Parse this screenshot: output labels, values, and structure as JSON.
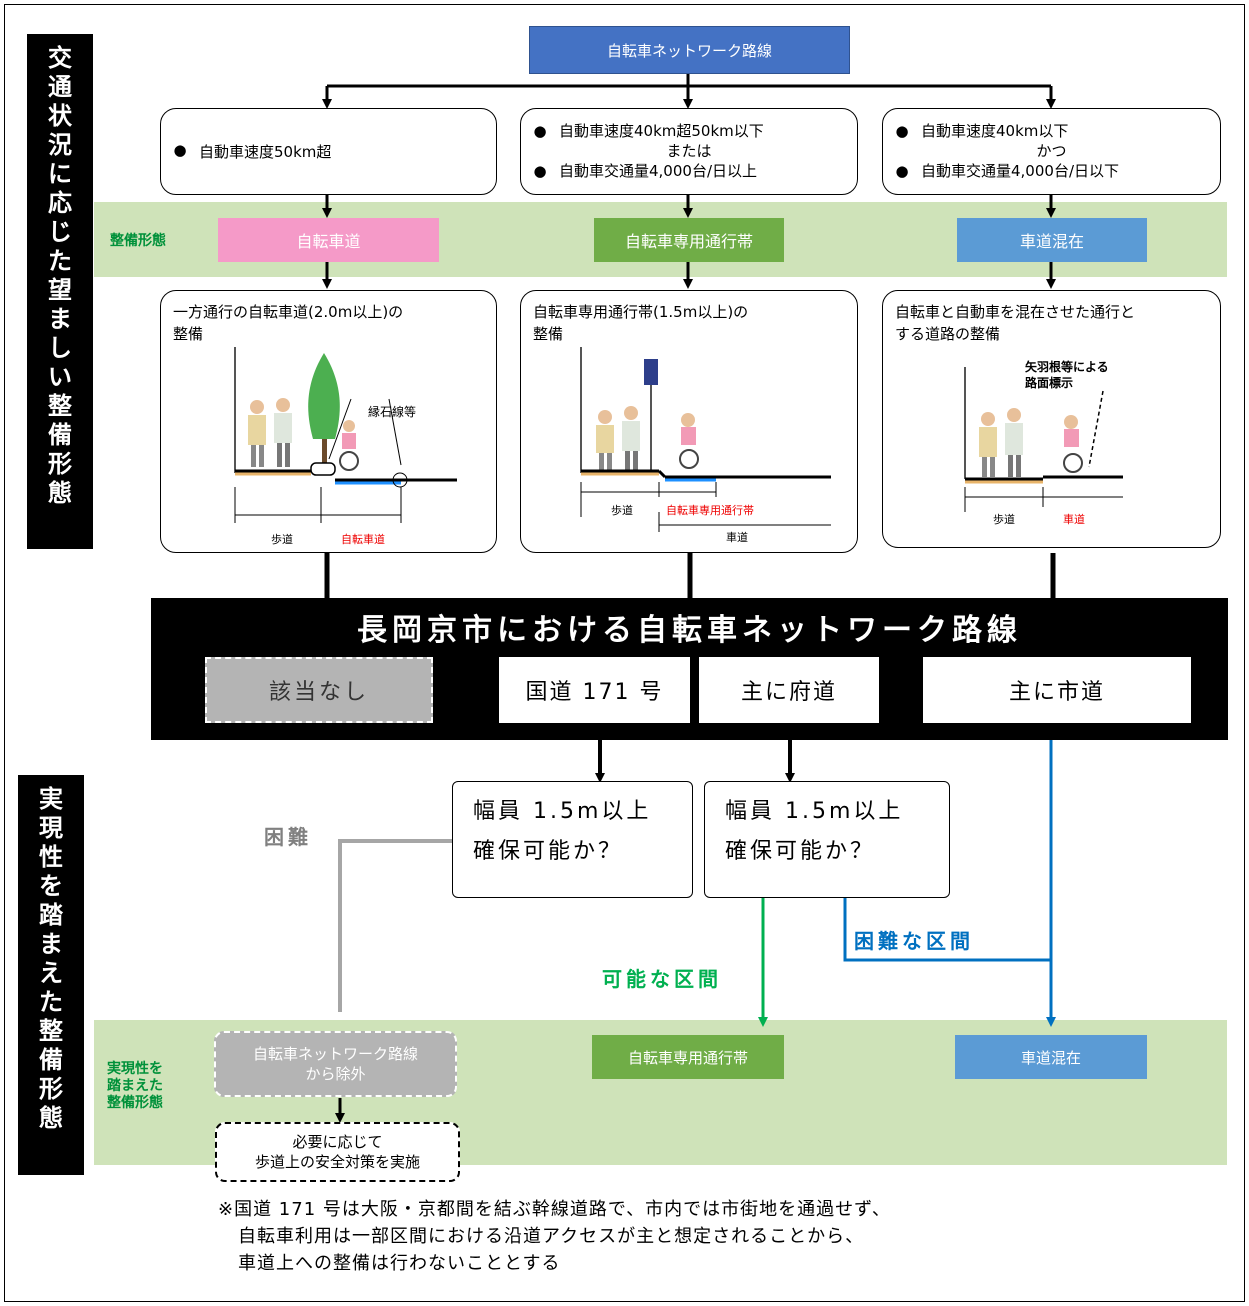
{
  "side_labels": {
    "top": "交通状況に応じた望ましい整備形態",
    "bottom": "実現性を踏まえた整備形態"
  },
  "top_box": "自転車ネットワーク路線",
  "conditions": {
    "left": {
      "line1": "自動車速度50km超"
    },
    "center": {
      "line1": "自動車速度40km超50km以下",
      "mid": "または",
      "line2": "自動車交通量4,000台/日以上"
    },
    "right": {
      "line1": "自動車速度40km以下",
      "mid": "かつ",
      "line2": "自動車交通量4,000台/日以下"
    }
  },
  "band1": {
    "label": "整備形態",
    "pills": [
      "自転車道",
      "自転車専用通行帯",
      "車道混在"
    ]
  },
  "panels": {
    "left": {
      "text_l1": "一方通行の自転車道(2.0m以上)の",
      "text_l2": "整備",
      "callout": "縁石線等",
      "dim_left": "歩道",
      "dim_right": "自転車道"
    },
    "center": {
      "text_l1": "自転車専用通行帯(1.5m以上)の",
      "text_l2": "整備",
      "dim_left": "歩道",
      "dim_right": "自転車専用通行帯",
      "dim_bottom": "車道"
    },
    "right": {
      "text_l1": "自転車と自動車を混在させた通行と",
      "text_l2": "する道路の整備",
      "callout_l1": "矢羽根等による",
      "callout_l2": "路面標示",
      "dim_left": "歩道",
      "dim_right": "車道"
    }
  },
  "network": {
    "title": "長岡京市における自転車ネットワーク路線",
    "none": "該当なし",
    "route171": "国道 171 号",
    "pref": "主に府道",
    "city": "主に市道"
  },
  "questions": {
    "left_l1": "幅員 1.5m以上",
    "left_l2": "確保可能か？",
    "right_l1": "幅員 1.5m以上",
    "right_l2": "確保可能か？"
  },
  "branch_labels": {
    "difficult": "困難",
    "possible": "可能な区間",
    "difficult_section": "困難な区間"
  },
  "band2": {
    "label_l1": "実現性を",
    "label_l2": "踏まえた",
    "label_l3": "整備形態",
    "excluded_l1": "自転車ネットワーク路線",
    "excluded_l2": "から除外",
    "lane": "自転車専用通行帯",
    "mixed": "車道混在"
  },
  "safety_box": {
    "l1": "必要に応じて",
    "l2": "歩道上の安全対策を実施"
  },
  "footnote": {
    "l1": "※国道 171 号は大阪・京都間を結ぶ幹線道路で、市内では市街地を通過せず、",
    "l2": "自転車利用は一部区間における沿道アクセスが主と想定されることから、",
    "l3": "車道上への整備は行わないこととする"
  },
  "colors": {
    "band_green": "#cfe3b9",
    "network_blue": "#4472c4",
    "pink": "#f59ac8",
    "lane_green": "#70ad47",
    "mixed_blue": "#5b9bd5",
    "gray": "#b4b4b4",
    "possible_green": "#00b050",
    "difficult_blue": "#0070c0"
  }
}
